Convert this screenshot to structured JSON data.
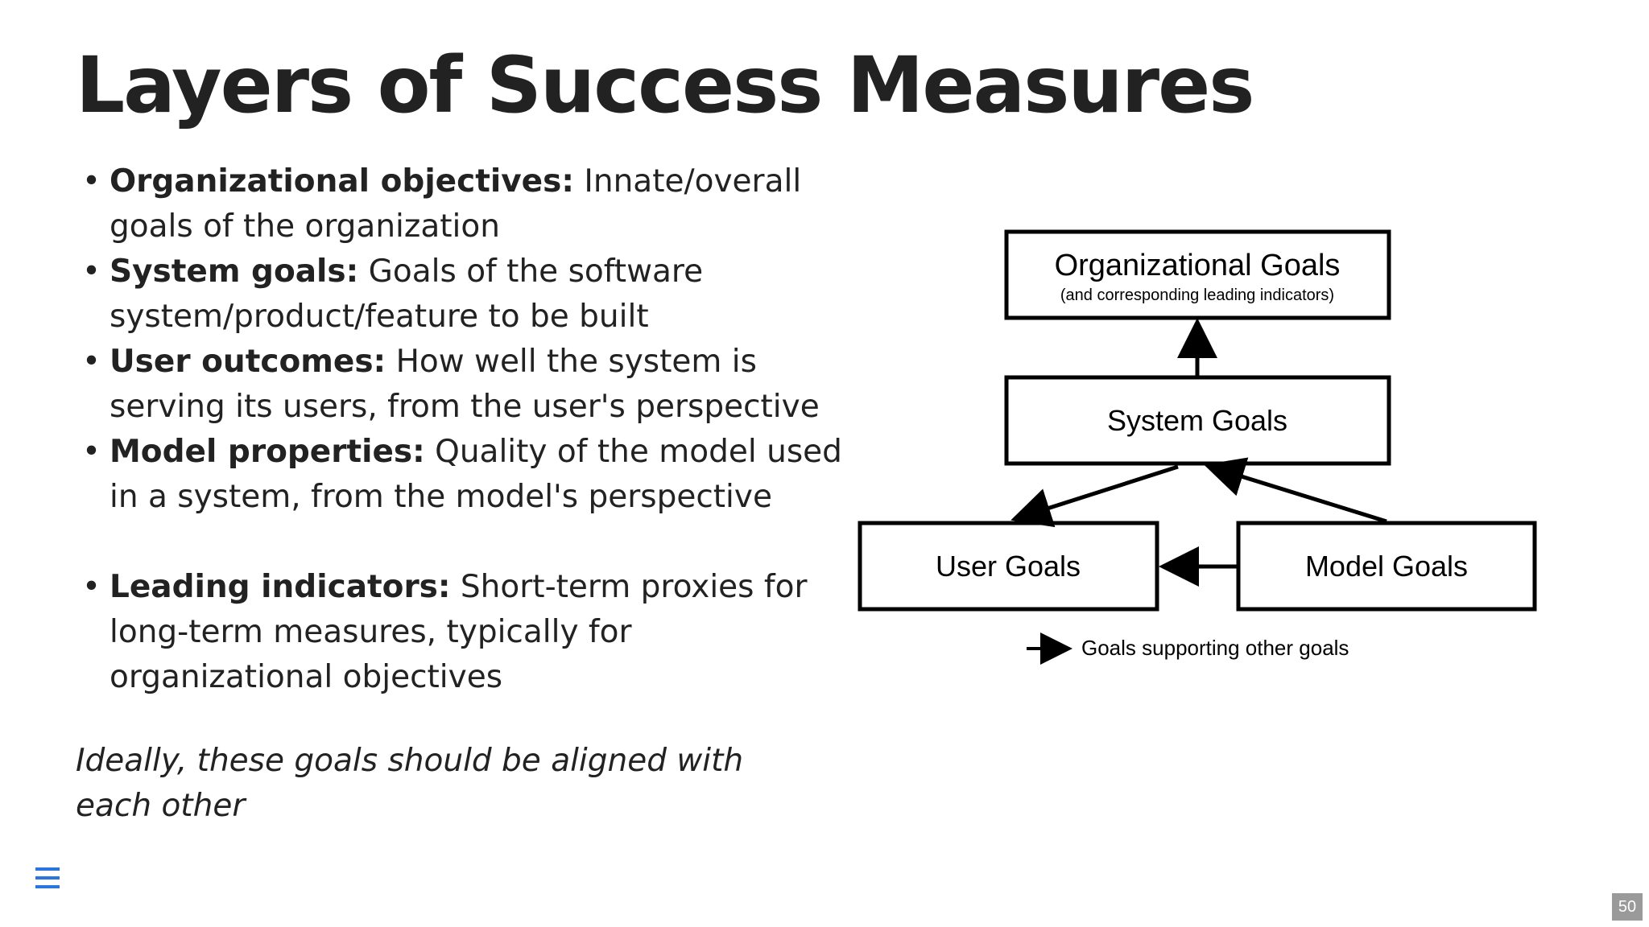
{
  "slide": {
    "title": "Layers of Success Measures",
    "bullets": [
      {
        "term": "Organizational objectives:",
        "text": "Innate/overall goals of the organization"
      },
      {
        "term": "System goals:",
        "text": "Goals of the software system/product/feature to be built"
      },
      {
        "term": "User outcomes:",
        "text": "How well the system is serving its users, from the user's perspective"
      },
      {
        "term": "Model properties:",
        "text": "Quality of the model used in a system, from the model's perspective"
      },
      {
        "term": "Leading indicators:",
        "text": "Short-term proxies for long-term measures, typically for organizational objectives"
      }
    ],
    "note": "Ideally, these goals should be aligned with each other",
    "slide_number": "50"
  },
  "diagram": {
    "org_goals": {
      "label": "Organizational Goals",
      "sublabel": "(and corresponding leading indicators)"
    },
    "system_goals": {
      "label": "System Goals"
    },
    "user_goals": {
      "label": "User Goals"
    },
    "model_goals": {
      "label": "Model Goals"
    },
    "legend": "Goals supporting other goals"
  },
  "icons": {
    "menu": "hamburger-menu-icon"
  },
  "colors": {
    "text": "#222222",
    "menu_icon": "#2a76dd",
    "slide_number_bg": "#9a9a9a"
  }
}
